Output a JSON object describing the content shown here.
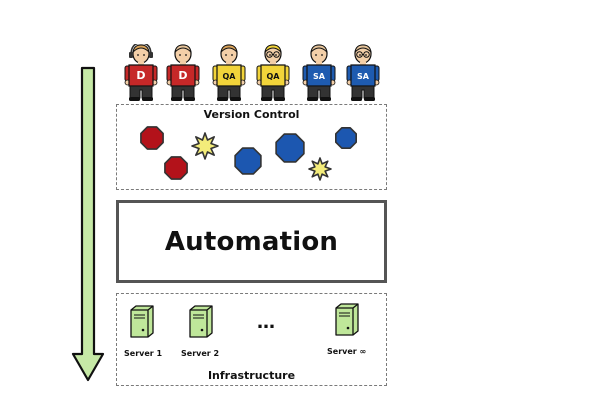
{
  "team": [
    {
      "role": "D",
      "shirt": "#c62828",
      "pants": "#333333",
      "hair": "#d9a35a",
      "accessory": "headphones-icon"
    },
    {
      "role": "D",
      "shirt": "#c62828",
      "pants": "#333333",
      "hair": "#e6c49a",
      "accessory": "none"
    },
    {
      "role": "QA",
      "shirt": "#f2d43a",
      "pants": "#333333",
      "hair": "#d9a35a",
      "accessory": "none"
    },
    {
      "role": "QA",
      "shirt": "#f2d43a",
      "pants": "#333333",
      "hair": "#f2d43a",
      "accessory": "glasses-icon"
    },
    {
      "role": "SA",
      "shirt": "#1e5bb0",
      "pants": "#333333",
      "hair": "#e6c49a",
      "accessory": "none"
    },
    {
      "role": "SA",
      "shirt": "#1e5bb0",
      "pants": "#333333",
      "hair": "#e6c49a",
      "accessory": "glasses-icon"
    }
  ],
  "version_control": {
    "title": "Version Control",
    "shapes": [
      {
        "kind": "red-octagon",
        "color": "#b3121a"
      },
      {
        "kind": "yellow-star",
        "color": "#f3ec7a"
      },
      {
        "kind": "red-octagon",
        "color": "#b3121a"
      },
      {
        "kind": "blue-octagon",
        "color": "#1c57b0"
      },
      {
        "kind": "blue-octagon",
        "color": "#1c57b0"
      },
      {
        "kind": "yellow-star",
        "color": "#f3ec7a"
      },
      {
        "kind": "blue-octagon",
        "color": "#1c57b0"
      }
    ]
  },
  "automation": {
    "label": "Automation"
  },
  "infrastructure": {
    "title": "Infrastructure",
    "servers": [
      {
        "label": "Server 1"
      },
      {
        "label": "Server 2"
      },
      {
        "label": "Server ∞"
      }
    ],
    "ellipsis": "…"
  },
  "colors": {
    "arrow_fill": "#c6e9a6",
    "arrow_stroke": "#111111",
    "server_fill": "#bfe79a",
    "panel_border": "#7a7a7a"
  },
  "icons": {
    "flow_arrow": "down-arrow-icon",
    "server": "server-icon"
  }
}
